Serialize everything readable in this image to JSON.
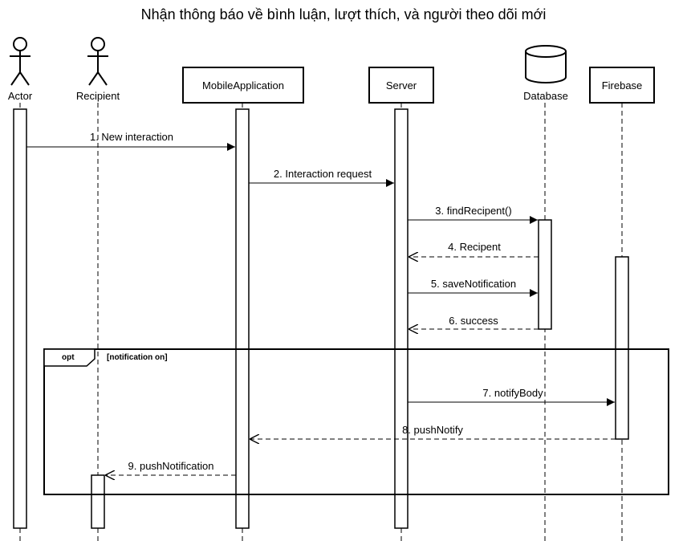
{
  "title": "Nhận thông báo về bình luận, lượt thích, và người theo dõi mới",
  "participants": [
    {
      "id": "actor",
      "label": "Actor",
      "kind": "actor"
    },
    {
      "id": "recipient",
      "label": "Recipient",
      "kind": "actor"
    },
    {
      "id": "mobile",
      "label": "MobileApplication",
      "kind": "box"
    },
    {
      "id": "server",
      "label": "Server",
      "kind": "box"
    },
    {
      "id": "database",
      "label": "Database",
      "kind": "database"
    },
    {
      "id": "firebase",
      "label": "Firebase",
      "kind": "box"
    }
  ],
  "messages": [
    {
      "label": "1. New interaction",
      "from": "actor",
      "to": "mobile",
      "style": "sync"
    },
    {
      "label": "2. Interaction request",
      "from": "mobile",
      "to": "server",
      "style": "sync"
    },
    {
      "label": "3. findRecipent()",
      "from": "server",
      "to": "database",
      "style": "sync"
    },
    {
      "label": "4. Recipent",
      "from": "database",
      "to": "server",
      "style": "return"
    },
    {
      "label": "5. saveNotification",
      "from": "server",
      "to": "database",
      "style": "sync"
    },
    {
      "label": "6. success",
      "from": "database",
      "to": "server",
      "style": "return"
    },
    {
      "label": "7. notifyBody",
      "from": "server",
      "to": "firebase",
      "style": "sync"
    },
    {
      "label": "8. pushNotify",
      "from": "firebase",
      "to": "mobile",
      "style": "return"
    },
    {
      "label": "9. pushNotification",
      "from": "mobile",
      "to": "recipient",
      "style": "return"
    }
  ],
  "fragment": {
    "operator": "opt",
    "guard": "[notification on]"
  }
}
